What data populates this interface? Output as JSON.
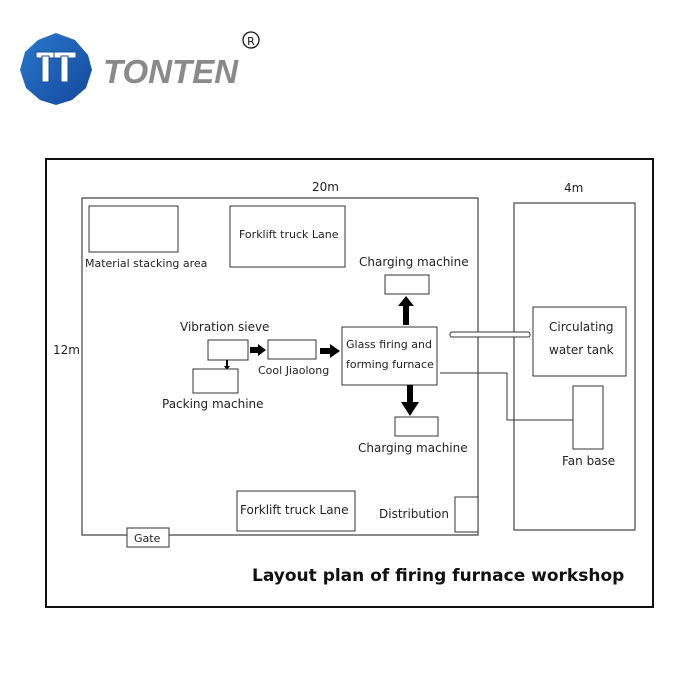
{
  "brand": {
    "name": "TONTEN",
    "registered_mark": "®",
    "logo_glyph": "TT",
    "logo_icon": "hexagon-tt-logo",
    "logo_color": "#1f5fb0",
    "text_color": "#8a8a8a"
  },
  "diagram": {
    "title": "Layout plan of firing furnace workshop",
    "dimensions": {
      "width_main": "20m",
      "height_main": "12m",
      "width_side": "4m"
    },
    "areas": {
      "material_stacking": "Material stacking area",
      "forklift_lane_top": "Forklift truck Lane",
      "forklift_lane_bottom": "Forklift truck Lane",
      "charging_machine_top": "Charging machine",
      "charging_machine_bottom": "Charging machine",
      "vibration_sieve": "Vibration sieve",
      "cool_jiaolong": "Cool Jiaolong",
      "packing_machine": "Packing machine",
      "furnace_line1": "Glass firing and",
      "furnace_line2": "forming furnace",
      "water_tank_line1": "Circulating",
      "water_tank_line2": "water tank",
      "fan_base": "Fan base",
      "distribution": "Distribution",
      "gate": "Gate"
    }
  }
}
